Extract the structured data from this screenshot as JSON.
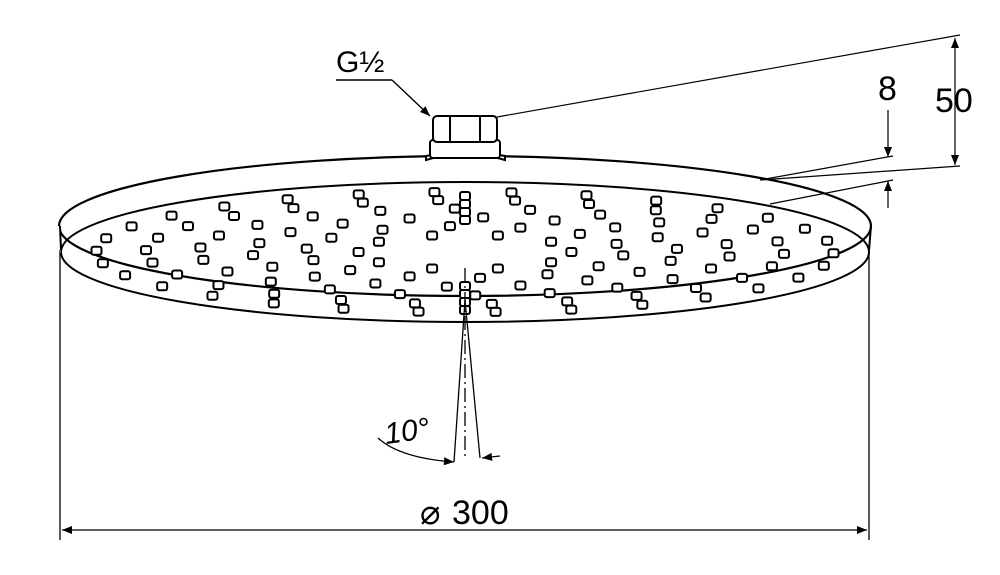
{
  "drawing": {
    "thread_label": "G½",
    "dim_plate_thickness": "8",
    "dim_total_height": "50",
    "dim_tilt_angle": "10°",
    "dim_diameter_symbol": "⌀",
    "dim_diameter_value": "300"
  },
  "colors": {
    "line": "#000000",
    "background": "#ffffff"
  }
}
